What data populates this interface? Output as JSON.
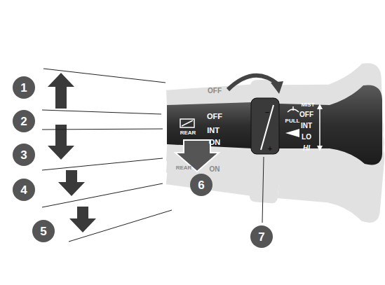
{
  "diagram": {
    "labels": [
      "1",
      "2",
      "3",
      "4",
      "5",
      "6",
      "7",
      "OFF",
      "INT",
      "ON",
      "REAR",
      "–",
      "+",
      "PULL",
      "MIST",
      "OFF",
      "INT",
      "LO",
      "HI",
      "OFF",
      "REAR",
      "ON"
    ]
  }
}
